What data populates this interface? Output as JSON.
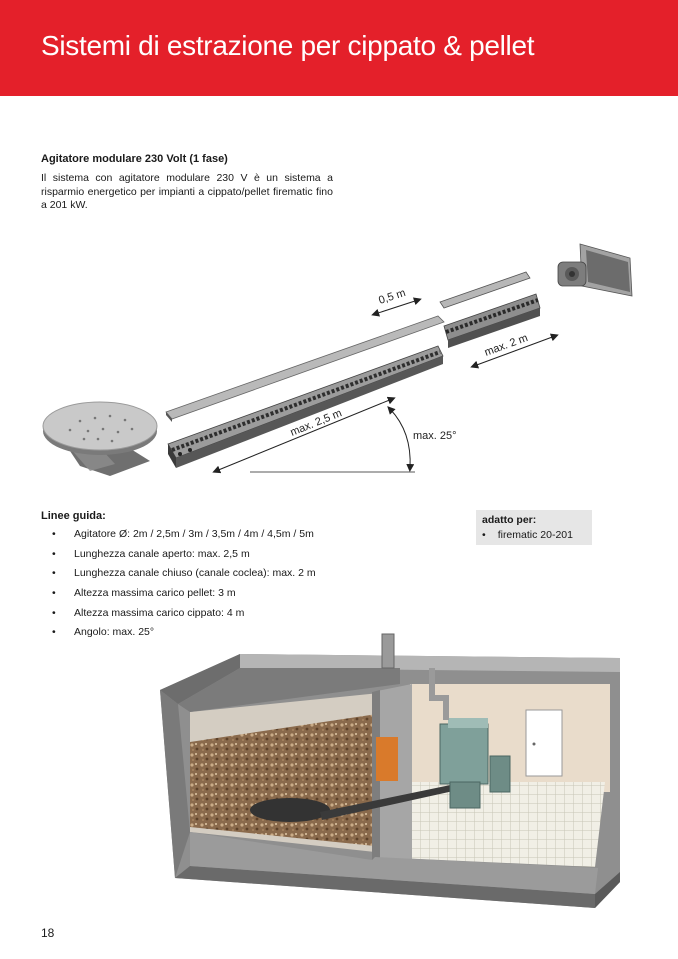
{
  "header": {
    "title": "Sistemi di estrazione per cippato & pellet"
  },
  "section": {
    "title": "Agitatore modulare 230 Volt (1 fase)",
    "intro": "Il sistema con agitatore modulare 230 V è un sistema a risparmio energetico per impianti a cippato/pellet firematic fino a 201 kW."
  },
  "diagram": {
    "dim_short": "0,5 m",
    "dim_closed": "max. 2 m",
    "dim_open": "max. 2,5 m",
    "angle": "max. 25°"
  },
  "guidelines": {
    "title": "Linee guida:",
    "bullet": "•",
    "items": [
      "Agitatore Ø: 2m / 2,5m / 3m / 3,5m / 4m / 4,5m / 5m",
      "Lunghezza canale aperto: max. 2,5 m",
      "Lunghezza canale chiuso (canale coclea): max. 2 m",
      "Altezza massima carico pellet: 3 m",
      "Altezza massima carico cippato: 4 m",
      "Angolo: max. 25°"
    ]
  },
  "suitable": {
    "title": "adatto per:",
    "bullet": "•",
    "item": "firematic 20-201"
  },
  "colors": {
    "brand_red": "#e4202a",
    "box_grey": "#e6e6e6"
  },
  "page_number": "18"
}
